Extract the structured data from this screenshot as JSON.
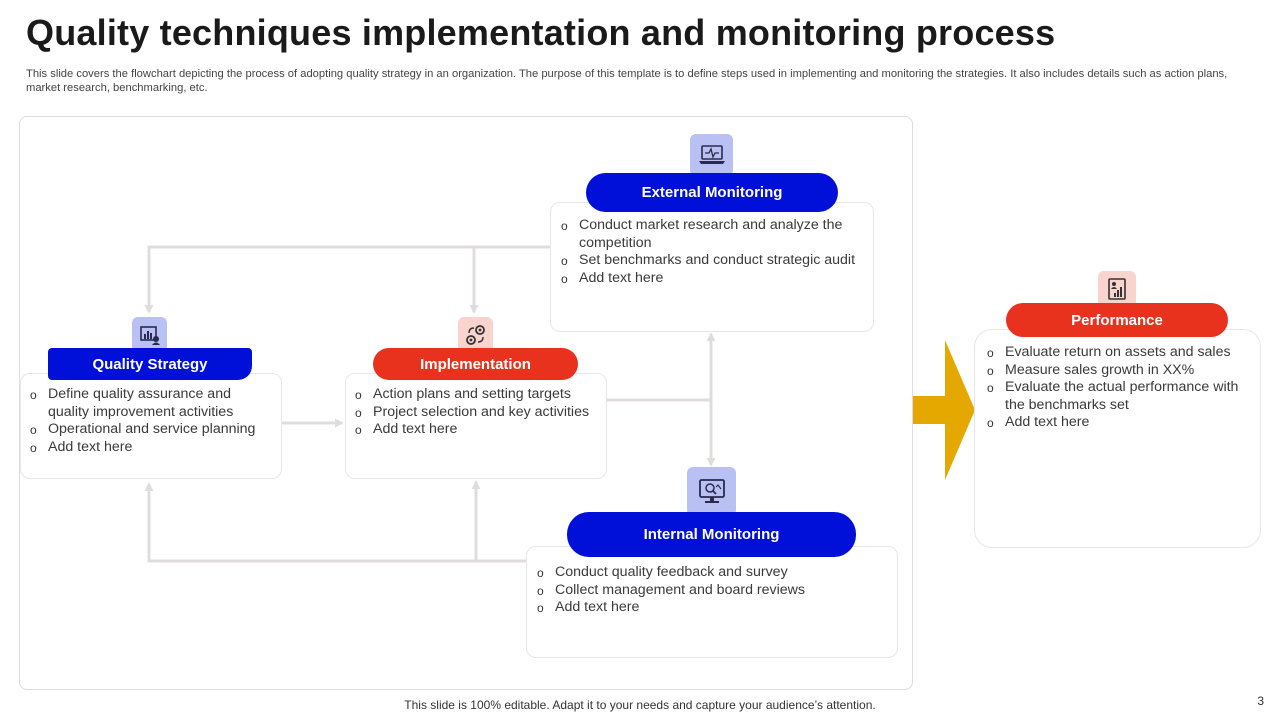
{
  "title": "Quality techniques implementation and monitoring process",
  "subtitle": "This slide covers the flowchart depicting the process of adopting quality strategy in an organization. The purpose of this template is to define steps used in implementing and monitoring the strategies. It also includes details such as action plans, market research, benchmarking, etc.",
  "colors": {
    "blue_accent": "#0010d8",
    "red_accent": "#e8321e",
    "arrow_gold": "#e5a800",
    "connector_gray": "#e0dcdc"
  },
  "nodes": {
    "quality_strategy": {
      "label": "Quality Strategy",
      "icon": "strategy-chart-icon",
      "items": [
        "Define quality assurance and quality improvement activities",
        "Operational and service planning",
        "Add text here"
      ]
    },
    "implementation": {
      "label": "Implementation",
      "icon": "gears-cycle-icon",
      "items": [
        "Action plans and setting targets",
        "Project selection and key activities",
        "Add text here"
      ]
    },
    "external_monitoring": {
      "label": "External Monitoring",
      "icon": "laptop-pulse-icon",
      "items": [
        "Conduct market research and analyze the competition",
        "Set benchmarks and conduct strategic audit",
        "Add text here"
      ]
    },
    "internal_monitoring": {
      "label": "Internal Monitoring",
      "icon": "monitor-magnifier-icon",
      "items": [
        "Conduct quality feedback and survey",
        "Collect management and board reviews",
        "Add text here"
      ]
    },
    "performance": {
      "label": "Performance",
      "icon": "report-chart-icon",
      "items": [
        "Evaluate return on assets and sales",
        "Measure sales growth in XX%",
        "Evaluate the actual performance with the benchmarks set",
        "Add text here"
      ]
    }
  },
  "footer": "This slide is 100% editable. Adapt it to your needs and capture your audience’s attention.",
  "page_number": "3"
}
